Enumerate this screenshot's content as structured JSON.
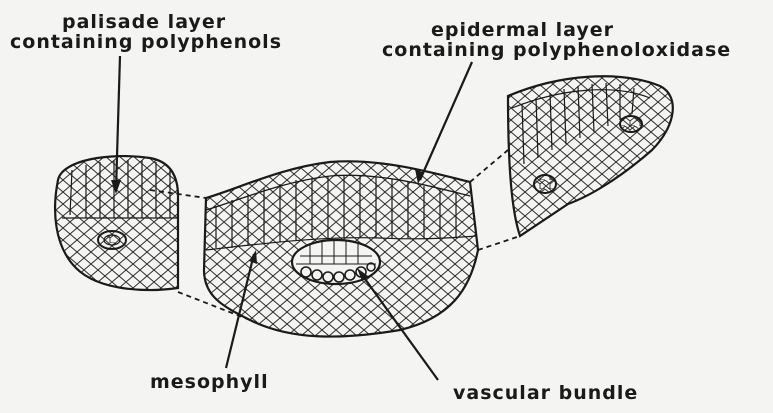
{
  "labels": {
    "palisade_line1": "palisade layer",
    "palisade_line2": "containing  polyphenols",
    "epidermal_line1": "epidermal layer",
    "epidermal_line2": "containing polyphenoloxidase",
    "mesophyll": "mesophyll",
    "vascular": "vascular bundle"
  },
  "colors": {
    "ink": "#1a1a1a",
    "background": "#f4f4f2"
  }
}
